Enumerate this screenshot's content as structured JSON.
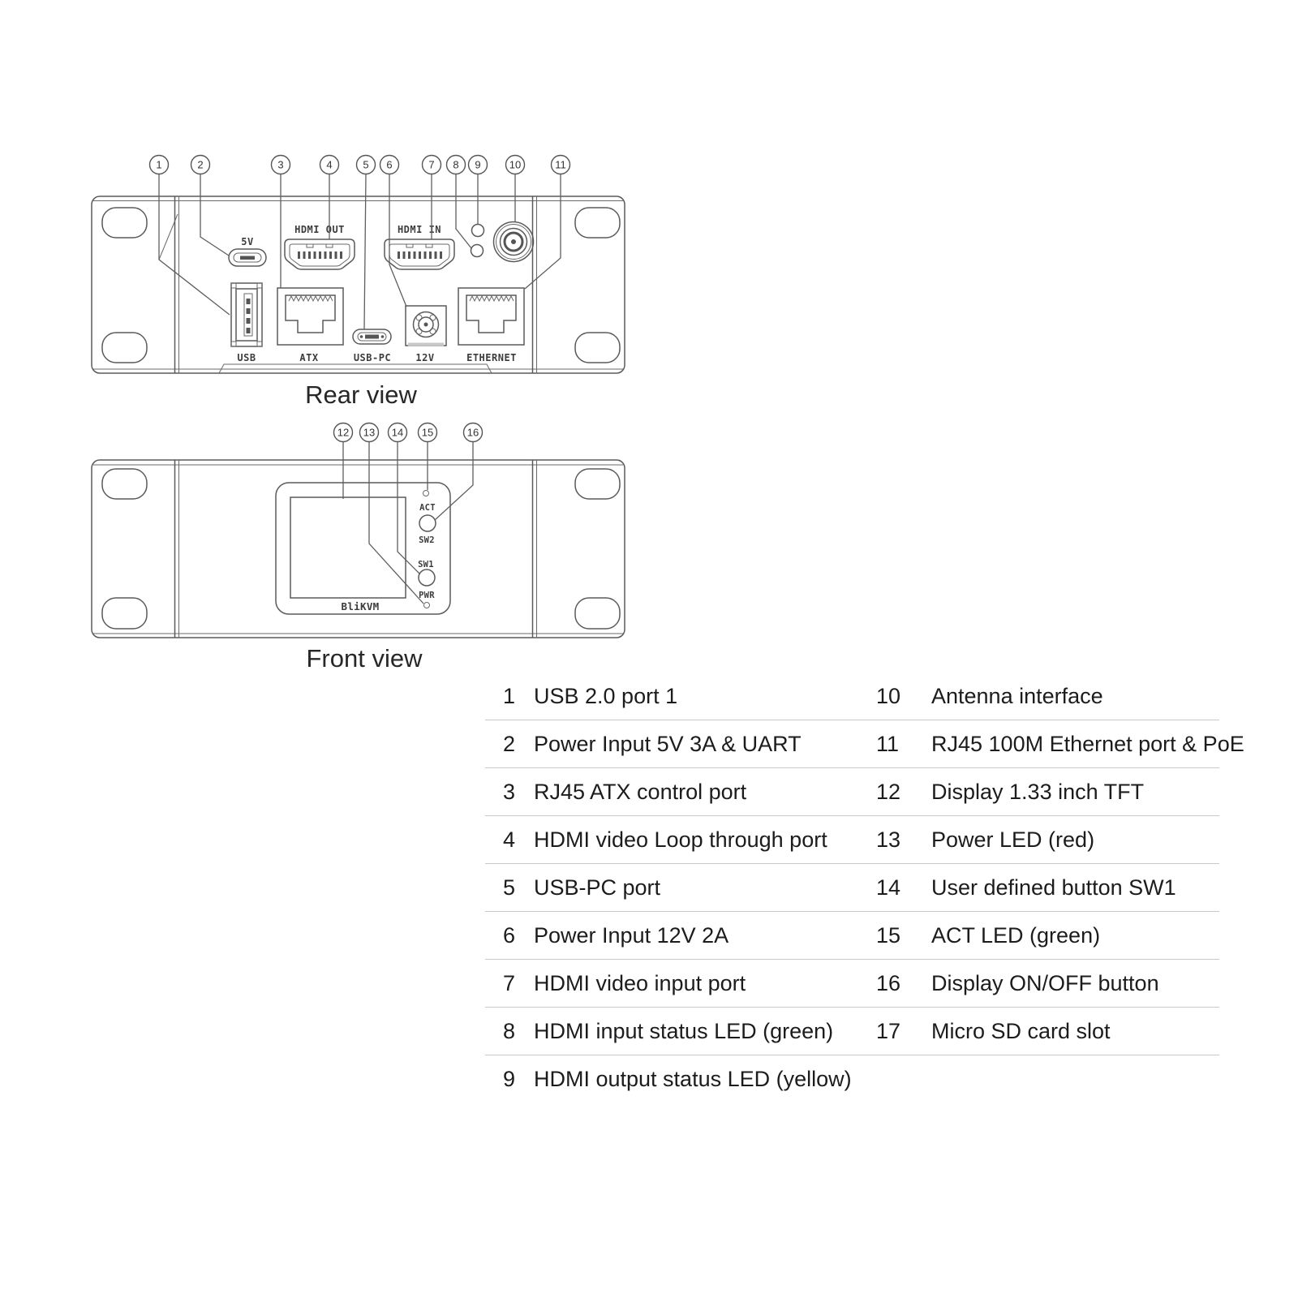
{
  "rear_view": {
    "title": "Rear view",
    "callouts": [
      "1",
      "2",
      "3",
      "4",
      "5",
      "6",
      "7",
      "8",
      "9",
      "10",
      "11"
    ],
    "port_labels": {
      "v5": "5V",
      "hdmi_out": "HDMI OUT",
      "hdmi_in": "HDMI IN",
      "usb": "USB",
      "atx": "ATX",
      "usb_pc": "USB-PC",
      "v12": "12V",
      "ethernet": "ETHERNET"
    }
  },
  "front_view": {
    "title": "Front view",
    "callouts": [
      "12",
      "13",
      "14",
      "15",
      "16"
    ],
    "labels": {
      "act": "ACT",
      "sw2": "SW2",
      "sw1": "SW1",
      "pwr": "PWR",
      "brand": "BliKVM"
    }
  },
  "legend": {
    "left": [
      {
        "num": "1",
        "desc": "USB 2.0 port 1"
      },
      {
        "num": "2",
        "desc": "Power Input 5V 3A & UART"
      },
      {
        "num": "3",
        "desc": "RJ45 ATX control port"
      },
      {
        "num": "4",
        "desc": "HDMI video Loop through port"
      },
      {
        "num": "5",
        "desc": "USB-PC port"
      },
      {
        "num": "6",
        "desc": "Power Input 12V 2A"
      },
      {
        "num": "7",
        "desc": "HDMI video input port"
      },
      {
        "num": "8",
        "desc": "HDMI input status LED (green)"
      },
      {
        "num": "9",
        "desc": "HDMI output status LED (yellow)"
      }
    ],
    "right": [
      {
        "num": "10",
        "desc": "Antenna interface"
      },
      {
        "num": "11",
        "desc": "RJ45 100M Ethernet port & PoE"
      },
      {
        "num": "12",
        "desc": "Display 1.33 inch TFT"
      },
      {
        "num": "13",
        "desc": "Power LED (red)"
      },
      {
        "num": "14",
        "desc": "User defined button SW1"
      },
      {
        "num": "15",
        "desc": "ACT LED (green)"
      },
      {
        "num": "16",
        "desc": "Display ON/OFF button"
      },
      {
        "num": "17",
        "desc": "Micro SD card slot"
      }
    ]
  },
  "colors": {
    "background": "#ffffff",
    "line": "#5a5a5a",
    "text": "#1c1c1e",
    "separator": "#c9c9c9"
  }
}
